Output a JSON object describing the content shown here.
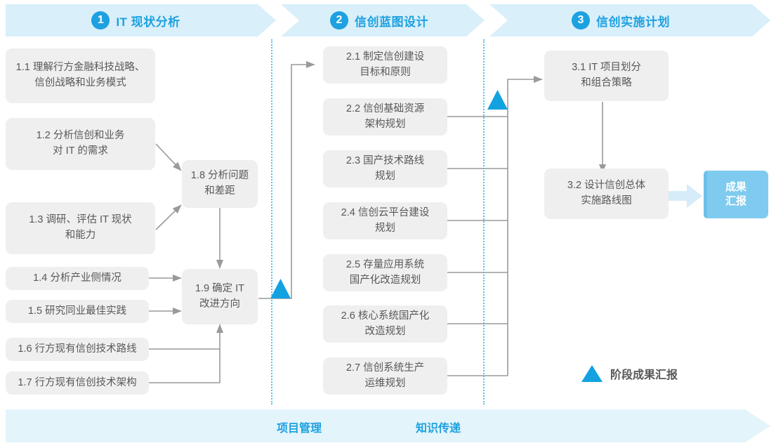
{
  "header": {
    "phases": [
      {
        "num": "1",
        "title": "IT 现状分析"
      },
      {
        "num": "2",
        "title": "信创蓝图设计"
      },
      {
        "num": "3",
        "title": "信创实施计划"
      }
    ]
  },
  "phase1_tasks": [
    {
      "id": "1.1",
      "label": "1.1 理解行方金融科技战略、\n信创战略和业务模式"
    },
    {
      "id": "1.2",
      "label": "1.2 分析信创和业务\n对 IT 的需求"
    },
    {
      "id": "1.3",
      "label": "1.3 调研、评估 IT 现状\n和能力"
    },
    {
      "id": "1.4",
      "label": "1.4 分析产业侧情况"
    },
    {
      "id": "1.5",
      "label": "1.5 研究同业最佳实践"
    },
    {
      "id": "1.6",
      "label": "1.6 行方现有信创技术路线"
    },
    {
      "id": "1.7",
      "label": "1.7 行方现有信创技术架构"
    },
    {
      "id": "1.8",
      "label": "1.8 分析问题\n和差距"
    },
    {
      "id": "1.9",
      "label": "1.9 确定 IT\n改进方向"
    }
  ],
  "phase2_tasks": [
    {
      "id": "2.1",
      "label": "2.1 制定信创建设\n目标和原则"
    },
    {
      "id": "2.2",
      "label": "2.2 信创基础资源\n架构规划"
    },
    {
      "id": "2.3",
      "label": "2.3 国产技术路线\n规划"
    },
    {
      "id": "2.4",
      "label": "2.4 信创云平台建设\n规划"
    },
    {
      "id": "2.5",
      "label": "2.5 存量应用系统\n国产化改造规划"
    },
    {
      "id": "2.6",
      "label": "2.6 核心系统国产化\n改造规划"
    },
    {
      "id": "2.7",
      "label": "2.7 信创系统生产\n运维规划"
    }
  ],
  "phase3_tasks": [
    {
      "id": "3.1",
      "label": "3.1 IT 项目划分\n和组合策略"
    },
    {
      "id": "3.2",
      "label": "3.2 设计信创总体\n实施路线图"
    }
  ],
  "result_badge": {
    "label": "成果\n汇报"
  },
  "legend": {
    "label": "阶段成果汇报"
  },
  "bottom_bar": {
    "labels": [
      "项目管理",
      "知识传递"
    ]
  },
  "colors": {
    "accent_blue": "#1da1e0",
    "triangle_blue": "#12a2e0",
    "header_bar": "#d9effa",
    "bottom_bar": "#e3f4fb",
    "box_gray": "#efefef",
    "text_gray": "#58585b",
    "badge_blue": "#7fcbef",
    "dotted_line": "#4fc3e8",
    "connector_gray": "#9a9a9a"
  }
}
